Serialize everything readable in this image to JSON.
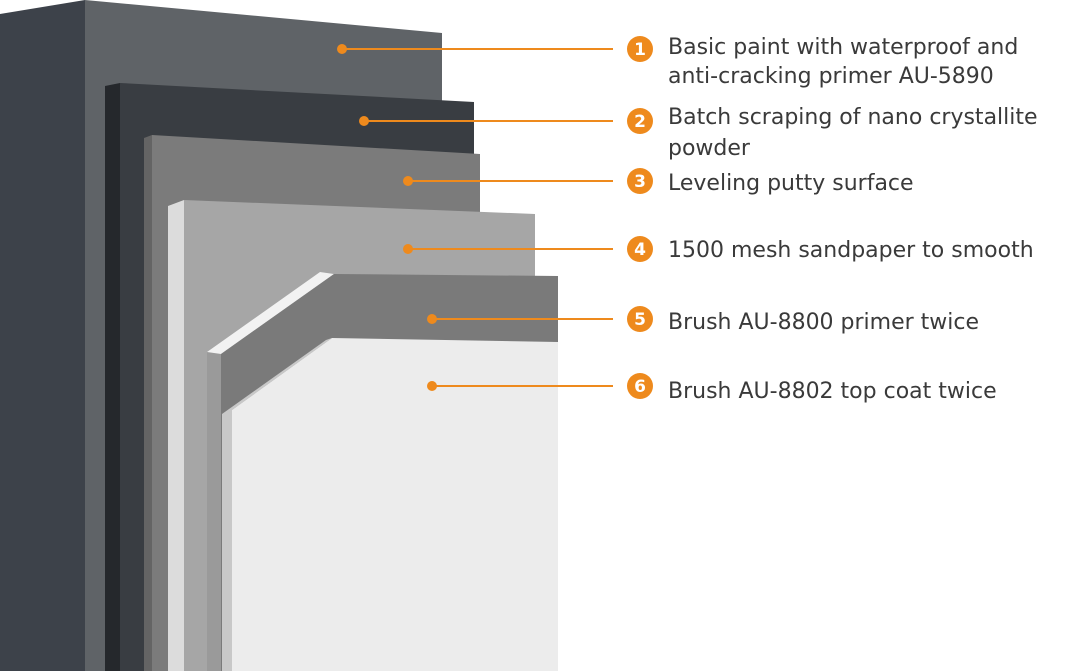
{
  "colors": {
    "accent": "#ee8a1d",
    "text": "#3a3a3a",
    "layer1_front": "#5f6367",
    "layer1_side": "#3d424a",
    "layer2_front": "#393d42",
    "layer2_side": "#25282c",
    "layer3_front": "#7b7b7b",
    "layer3_side": "#646464",
    "layer4_front": "#a6a6a6",
    "layer4_side": "#dcdcdc",
    "layer5_front": "#7a7a7a",
    "layer5_side": "#9a9a9a",
    "layer6_front": "#ececec",
    "layer6_side": "#c8c8c8"
  },
  "layers": [
    {
      "number": "1",
      "text_lines": [
        "Basic paint with waterproof and",
        "anti-cracking primer AU-5890"
      ]
    },
    {
      "number": "2",
      "text_lines": [
        "Batch scraping of nano crystallite",
        "powder"
      ]
    },
    {
      "number": "3",
      "text_lines": [
        "Leveling putty surface"
      ]
    },
    {
      "number": "4",
      "text_lines": [
        "1500 mesh sandpaper to smooth"
      ]
    },
    {
      "number": "5",
      "text_lines": [
        "Brush AU-8800 primer twice"
      ]
    },
    {
      "number": "6",
      "text_lines": [
        "Brush AU-8802 top coat twice"
      ]
    }
  ]
}
